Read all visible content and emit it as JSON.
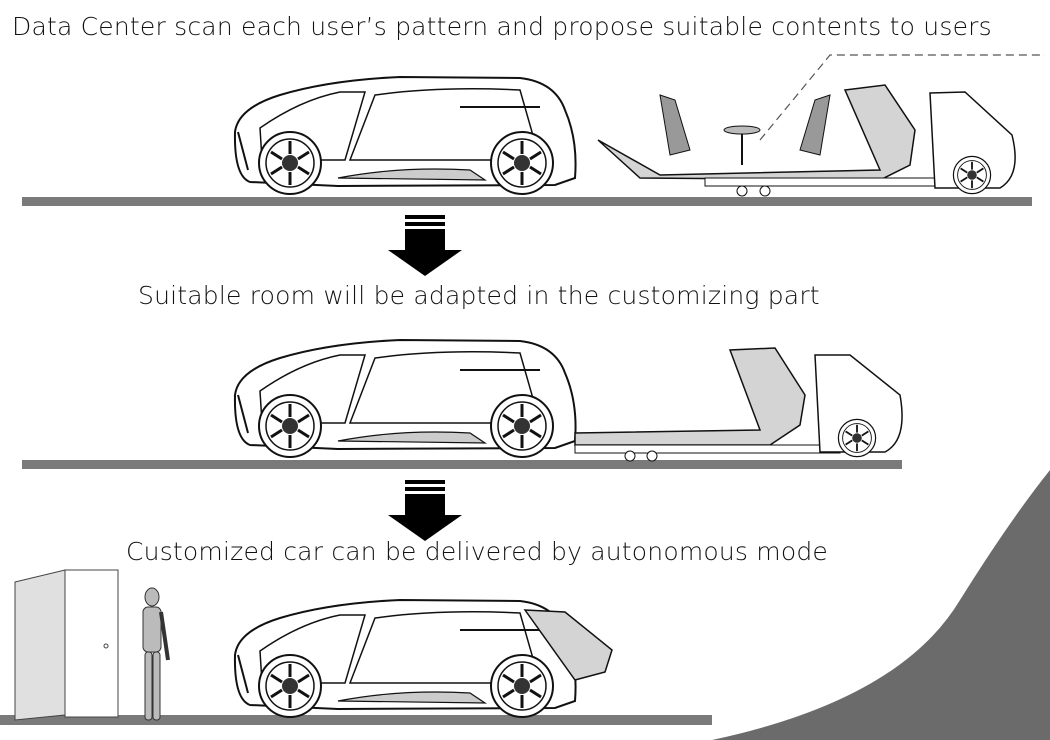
{
  "steps": [
    {
      "caption": "Data Center scan each user’s pattern and propose suitable contents to users"
    },
    {
      "caption": "Suitable room will be adapted in the customizing part"
    },
    {
      "caption": "Customized car can be delivered by autonomous mode"
    }
  ],
  "colors": {
    "ground": "#7a7a7a",
    "arrow": "#000000",
    "hill": "#6b6b6b",
    "room": "#cfcfcf"
  }
}
